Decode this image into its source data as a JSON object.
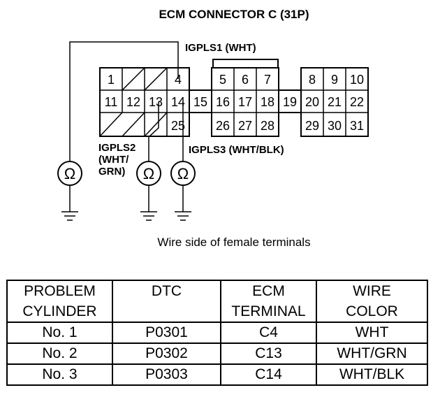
{
  "diagram": {
    "title": "ECM CONNECTOR C (31P)",
    "caption": "Wire side of female terminals",
    "labels": {
      "igpls1": "IGPLS1 (WHT)",
      "igpls2_line1": "IGPLS2",
      "igpls2_line2": "(WHT/",
      "igpls2_line3": "GRN)",
      "igpls3": "IGPLS3 (WHT/BLK)"
    },
    "meter_symbol": "Ω",
    "pins": {
      "p1": "1",
      "p4": "4",
      "p5": "5",
      "p6": "6",
      "p7": "7",
      "p8": "8",
      "p9": "9",
      "p10": "10",
      "p11": "11",
      "p12": "12",
      "p13": "13",
      "p14": "14",
      "p15": "15",
      "p16": "16",
      "p17": "17",
      "p18": "18",
      "p19": "19",
      "p20": "20",
      "p21": "21",
      "p22": "22",
      "p25": "25",
      "p26": "26",
      "p27": "27",
      "p28": "28",
      "p29": "29",
      "p30": "30",
      "p31": "31"
    }
  },
  "table": {
    "headers": {
      "problem_cylinder_1": "PROBLEM",
      "problem_cylinder_2": "CYLINDER",
      "dtc": "DTC",
      "ecm_terminal_1": "ECM",
      "ecm_terminal_2": "TERMINAL",
      "wire_color_1": "WIRE",
      "wire_color_2": "COLOR"
    },
    "rows": [
      {
        "cylinder": "No. 1",
        "dtc": "P0301",
        "terminal": "C4",
        "color": "WHT"
      },
      {
        "cylinder": "No. 2",
        "dtc": "P0302",
        "terminal": "C13",
        "color": "WHT/GRN"
      },
      {
        "cylinder": "No. 3",
        "dtc": "P0303",
        "terminal": "C14",
        "color": "WHT/BLK"
      }
    ]
  }
}
